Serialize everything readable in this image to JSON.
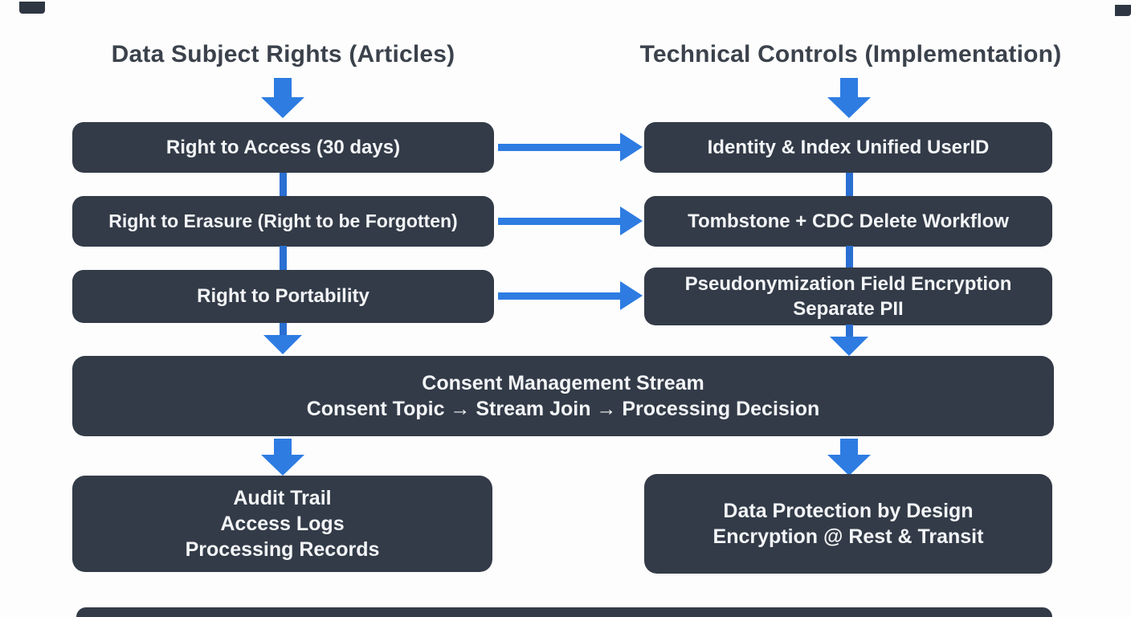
{
  "headers": {
    "left": "Data Subject Rights (Articles)",
    "right": "Technical Controls (Implementation)"
  },
  "boxes": {
    "access": "Right to Access (30 days)",
    "erasure": "Right to Erasure (Right to be Forgotten)",
    "portability": "Right to Portability",
    "identity": "Identity & Index Unified UserID",
    "tombstone": "Tombstone + CDC Delete Workflow",
    "pseudo_line1": "Pseudonymization Field Encryption",
    "pseudo_line2": "Separate PII",
    "consent_line1": "Consent Management Stream",
    "consent_line2": "Consent Topic → Stream Join → Processing Decision",
    "audit_line1": "Audit Trail",
    "audit_line2": "Access Logs",
    "audit_line3": "Processing Records",
    "protection_line1": "Data Protection by Design",
    "protection_line2": "Encryption @ Rest & Transit"
  },
  "colors": {
    "background": "#fdfdfd",
    "box_fill": "#333b48",
    "box_text": "#f3f5f7",
    "arrow_blue": "#2e7ce2",
    "connector_blue": "#2a6fd2",
    "header_text": "#3b424c"
  }
}
